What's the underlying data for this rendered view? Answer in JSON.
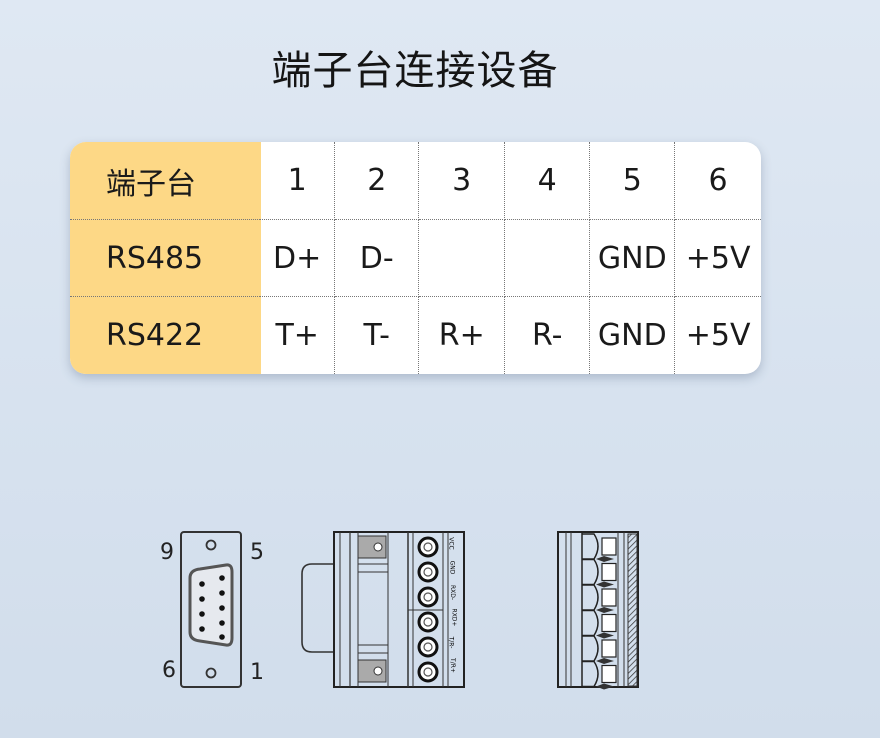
{
  "page": {
    "title": "端子台连接设备"
  },
  "table": {
    "header_label": "端子台",
    "columns": [
      "1",
      "2",
      "3",
      "4",
      "5",
      "6"
    ],
    "rows": [
      {
        "label": "RS485",
        "cells": [
          "D+",
          "D-",
          "",
          "",
          "GND",
          "+5V"
        ]
      },
      {
        "label": "RS422",
        "cells": [
          "T+",
          "T-",
          "R+",
          "R-",
          "GND",
          "+5V"
        ]
      }
    ],
    "header_color": "#fdd886"
  },
  "db9_connector": {
    "pin_labels": {
      "top_left": "9",
      "top_right": "5",
      "bottom_left": "6",
      "bottom_right": "1"
    }
  },
  "terminal_block_side": {
    "terminal_labels": [
      "VCC",
      "GND",
      "RXD-",
      "RXD+",
      "T/R-",
      "T/R+"
    ]
  }
}
